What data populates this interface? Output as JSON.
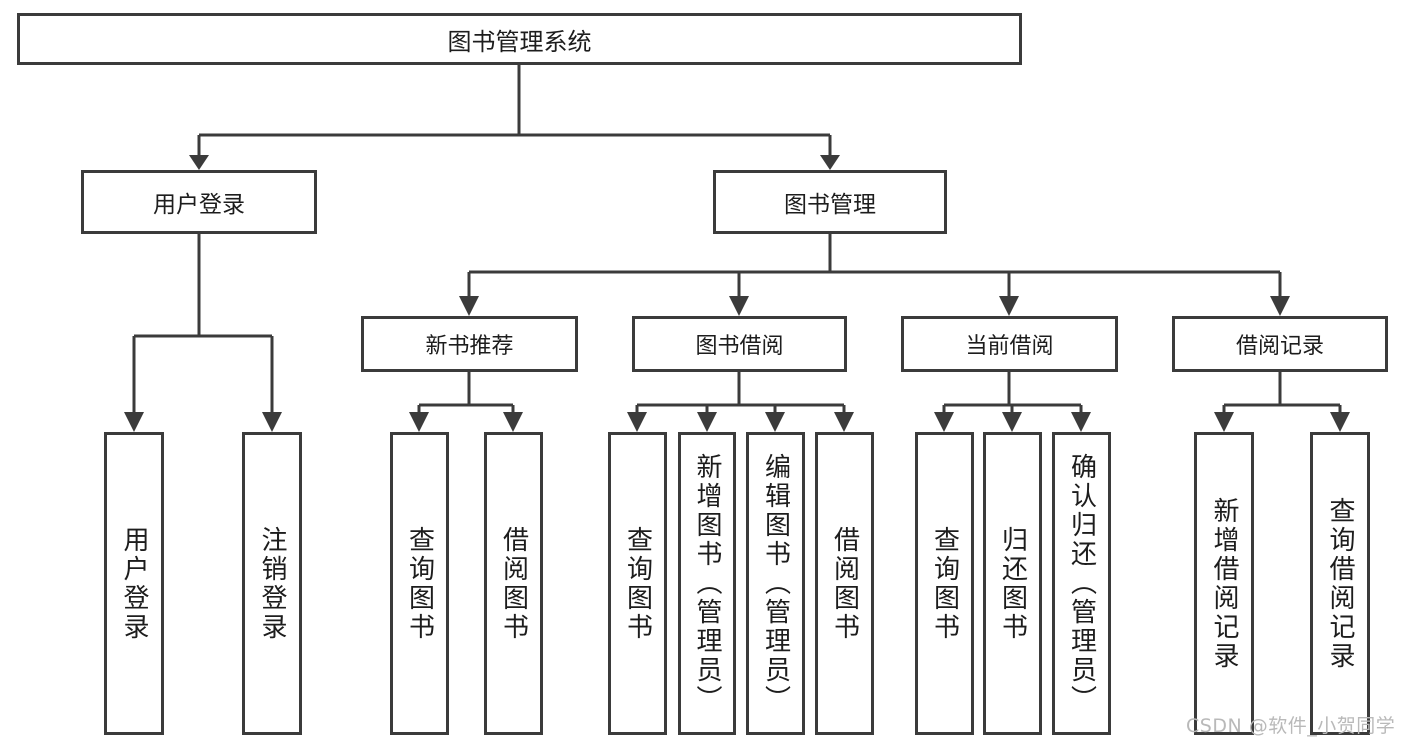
{
  "diagram": {
    "type": "tree",
    "title": "图书管理系统",
    "root": {
      "label": "图书管理系统"
    },
    "level2": [
      {
        "label": "用户登录"
      },
      {
        "label": "图书管理"
      }
    ],
    "level3": [
      {
        "label": "新书推荐"
      },
      {
        "label": "图书借阅"
      },
      {
        "label": "当前借阅"
      },
      {
        "label": "借阅记录"
      }
    ],
    "leaves": {
      "user_login": [
        {
          "label": "用户登录"
        },
        {
          "label": "注销登录"
        }
      ],
      "new_book_recommend": [
        {
          "label": "查询图书"
        },
        {
          "label": "借阅图书"
        }
      ],
      "book_borrow": [
        {
          "label": "查询图书"
        },
        {
          "label": "新增图书（管理员）"
        },
        {
          "label": "编辑图书（管理员）"
        },
        {
          "label": "借阅图书"
        }
      ],
      "current_borrow": [
        {
          "label": "查询图书"
        },
        {
          "label": "归还图书"
        },
        {
          "label": "确认归还（管理员）"
        }
      ],
      "borrow_records": [
        {
          "label": "新增借阅记录"
        },
        {
          "label": "查询借阅记录"
        }
      ]
    }
  },
  "watermark": {
    "text": "CSDN @软件_小贺同学"
  },
  "colors": {
    "stroke": "#3b3b3b",
    "box_fill": "#ffffff",
    "text": "#1d1d1d",
    "watermark": "#b9b9b9",
    "background": "#ffffff"
  }
}
